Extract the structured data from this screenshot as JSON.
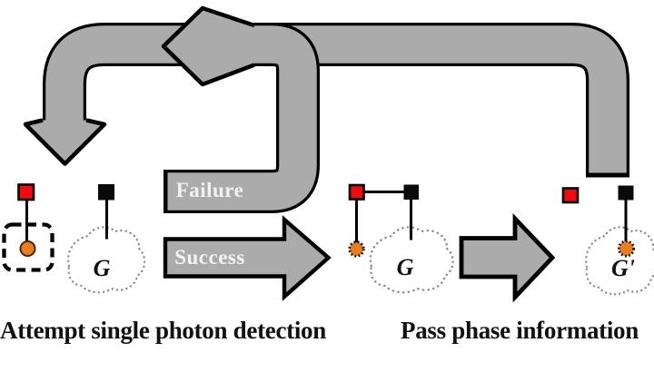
{
  "figure": {
    "flow": {
      "failure_label": "Failure",
      "success_label": "Success"
    },
    "captions": {
      "attempt": "Attempt single photon detection",
      "pass": "Pass phase information"
    },
    "graphs": {
      "left_label": "G",
      "middle_label": "G",
      "right_label": "G'"
    },
    "colors": {
      "background": "#ffffff",
      "arrow_fill": "#ababab",
      "arrow_outline": "#000000",
      "detector_red": "#ee0d0d",
      "qubit_black": "#0a0a0a",
      "photon_orange": "#e87e23",
      "cloud_dots": "#8c8c8c",
      "flow_text": "#f2f2f2",
      "caption_text": "#111111"
    }
  }
}
